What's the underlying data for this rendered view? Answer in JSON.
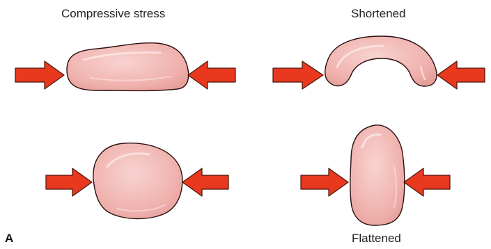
{
  "labels": {
    "compressive_stress": "Compressive stress",
    "shortened": "Shortened",
    "flattened": "Flattened",
    "panel_letter": "A"
  },
  "colors": {
    "arrow_fill": "#e8391f",
    "arrow_stroke": "#4a1208",
    "cell_fill": "#f2b8b4",
    "cell_highlight": "#fbe3e1",
    "cell_stroke": "#2a1010"
  }
}
